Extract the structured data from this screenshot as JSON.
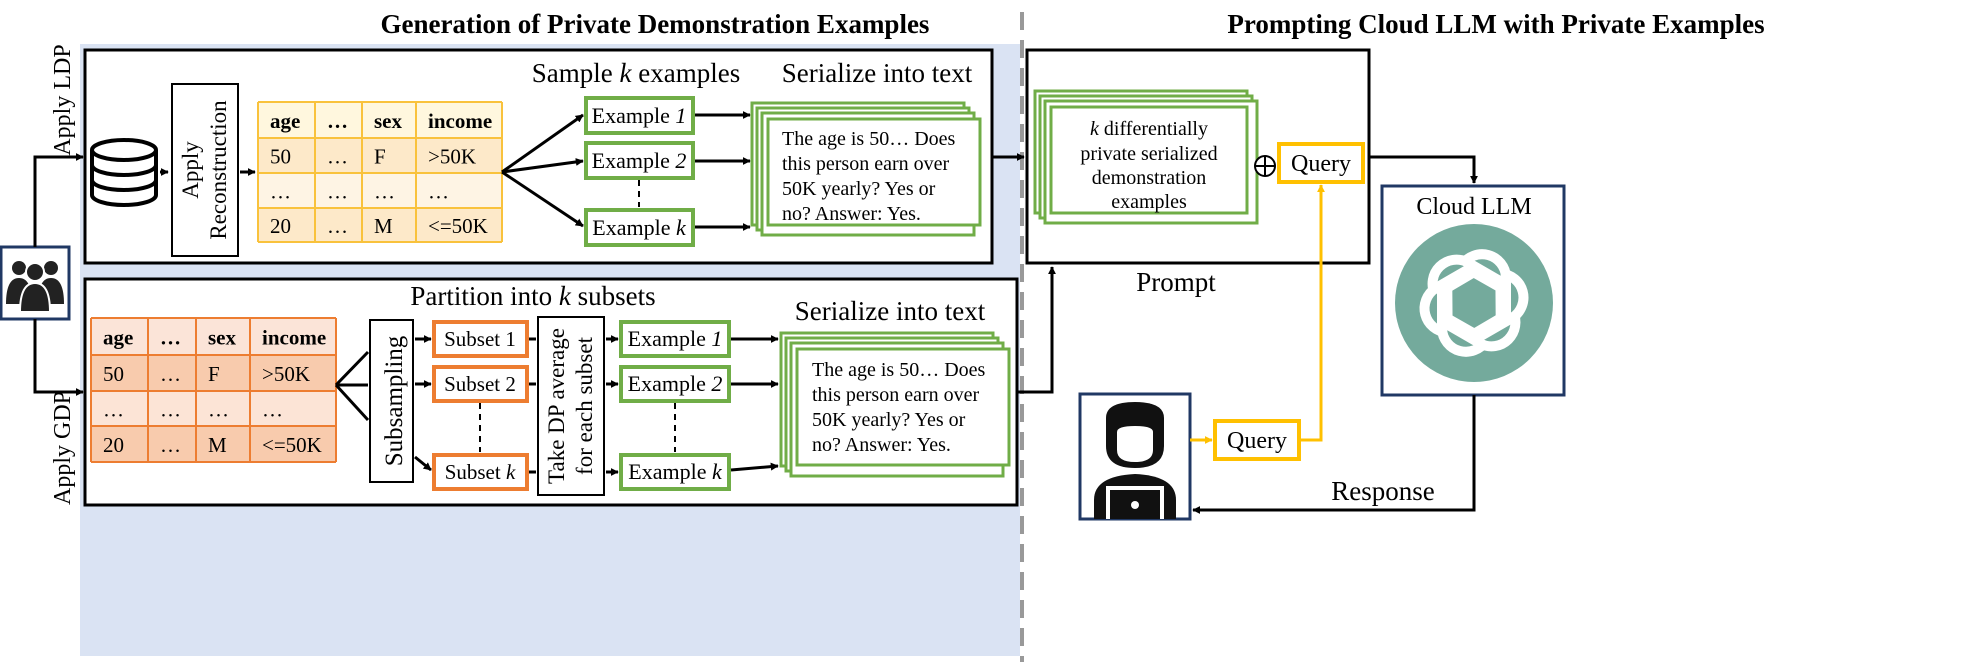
{
  "headings": {
    "left": "Generation of Private Demonstration Examples",
    "right": "Prompting Cloud LLM with Private Examples"
  },
  "side_labels": {
    "ldp": "Apply LDP",
    "gdp": "Apply GDP"
  },
  "ldp": {
    "reconstruction": [
      "Apply",
      "Reconstruction"
    ],
    "table": {
      "headers": [
        "age",
        "…",
        "sex",
        "income"
      ],
      "rows": [
        [
          "50",
          "…",
          "F",
          ">50K"
        ],
        [
          "…",
          "…",
          "…",
          "…"
        ],
        [
          "20",
          "…",
          "M",
          "<=50K"
        ]
      ]
    },
    "sample_title": {
      "pre": "Sample ",
      "k": "k",
      "post": " examples"
    },
    "examples": [
      {
        "pre": "Example ",
        "it": "1"
      },
      {
        "pre": "Example ",
        "it": "2"
      },
      {
        "pre": "Example ",
        "it": "k"
      }
    ],
    "serialize_title": "Serialize into text",
    "serialized_lines": [
      "The age is 50… Does",
      "this person earn over",
      "50K yearly? Yes or",
      "no? Answer: Yes."
    ]
  },
  "gdp": {
    "partition_title": {
      "pre": "Partition into ",
      "k": "k",
      "post": " subsets"
    },
    "table": {
      "headers": [
        "age",
        "…",
        "sex",
        "income"
      ],
      "rows": [
        [
          "50",
          "…",
          "F",
          ">50K"
        ],
        [
          "…",
          "…",
          "…",
          "…"
        ],
        [
          "20",
          "…",
          "M",
          "<=50K"
        ]
      ]
    },
    "subsampling": "Subsampling",
    "subsets": [
      {
        "pre": "Subset 1",
        "it": ""
      },
      {
        "pre": "Subset 2",
        "it": ""
      },
      {
        "pre": "Subset ",
        "it": "k"
      }
    ],
    "dp_average": [
      "Take DP average",
      "for each subset"
    ],
    "examples": [
      {
        "pre": "Example ",
        "it": "1"
      },
      {
        "pre": "Example ",
        "it": "2"
      },
      {
        "pre": "Example ",
        "it": "k"
      }
    ],
    "serialize_title": "Serialize into text",
    "serialized_lines": [
      "The age is 50… Does",
      "this person earn over",
      "50K yearly? Yes or",
      "no? Answer: Yes."
    ]
  },
  "prompt": {
    "stack_lines": [
      {
        "it": "k",
        "post": " differentially"
      },
      {
        "it": "",
        "post": "private serialized"
      },
      {
        "it": "",
        "post": "demonstration"
      },
      {
        "it": "",
        "post": "examples"
      }
    ],
    "oplus": "⊕",
    "query": "Query",
    "label": "Prompt"
  },
  "cloud_llm": {
    "label": "Cloud LLM"
  },
  "user_query": "Query",
  "response": "Response",
  "colors": {
    "highlight": "#dae3f3",
    "orange": "#f4b400",
    "ldp_table_border": "#f9c23c",
    "ldp_header_fill": "#fff7de",
    "ldp_row_fill": "#fde9c9",
    "ldp_row_light": "#fef4e4",
    "gdp_border": "#ed7d31",
    "gdp_header_fill": "#fbe4d8",
    "gdp_row_fill": "#f8cbad",
    "gdp_row_light": "#fce4d6",
    "green": "#70ad47",
    "navy": "#203864",
    "query_yellow": "#ffc000",
    "teal": "#74aa9c"
  },
  "icons": [
    "database-icon",
    "people-group-icon",
    "user-laptop-icon",
    "openai-logo-icon",
    "oplus-icon"
  ]
}
